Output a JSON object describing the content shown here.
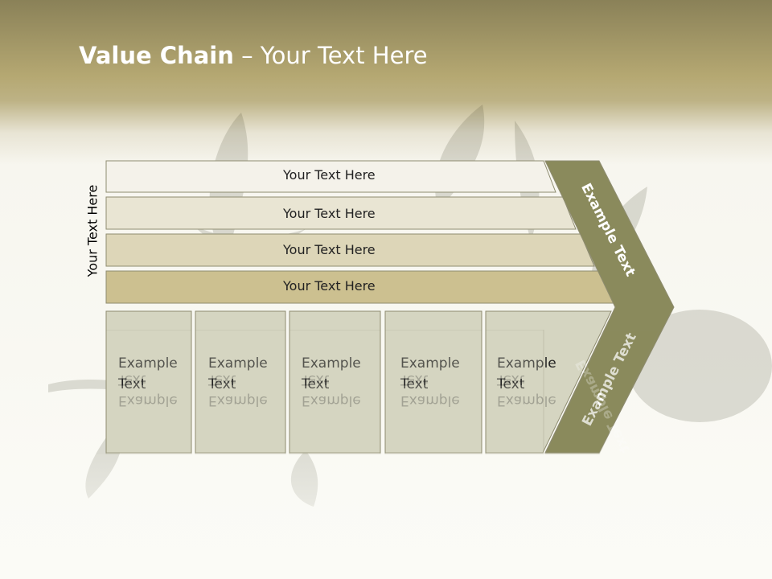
{
  "slide": {
    "title_bold": "Value Chain",
    "title_rest": " – Your Text Here",
    "side_label": "Your Text Here"
  },
  "bars": [
    {
      "label": "Your Text Here",
      "fill": "#f4f2ea"
    },
    {
      "label": "Your Text Here",
      "fill": "#e9e5d3"
    },
    {
      "label": "Your Text Here",
      "fill": "#ddd6b8"
    },
    {
      "label": "Your Text Here",
      "fill": "#ccc090"
    }
  ],
  "columns": [
    {
      "line1": "Example",
      "line2": "Text"
    },
    {
      "line1": "Example",
      "line2": "Text"
    },
    {
      "line1": "Example",
      "line2": "Text"
    },
    {
      "line1": "Example",
      "line2": "Text"
    },
    {
      "line1": "Example",
      "line2": "Text"
    }
  ],
  "chevron": {
    "upper_label": "Example Text",
    "lower_label": "Example Text",
    "fill": "#8a8a5c"
  },
  "colors": {
    "header": "#b5a872",
    "column_fill": "#d5d5c1",
    "outline": "#8e8c70"
  }
}
